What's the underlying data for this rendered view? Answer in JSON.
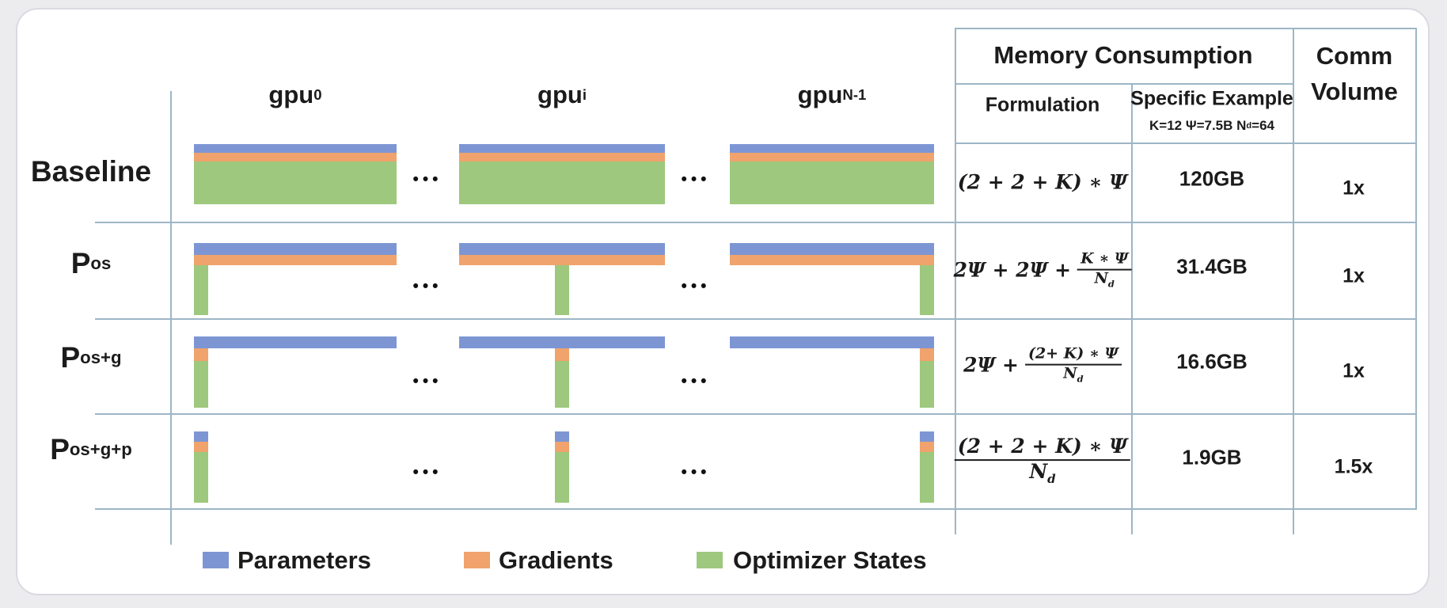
{
  "colors": {
    "parameters": "#7d96d3",
    "gradients": "#f0a36c",
    "optimizer_states": "#9dc87d",
    "grid_line": "#9db6c6"
  },
  "diagram": {
    "gpu_labels": [
      {
        "base": "gpu",
        "sub": "0"
      },
      {
        "base": "gpu",
        "sub": "i"
      },
      {
        "base": "gpu",
        "sub": "N-1"
      }
    ],
    "ellipsis": "•••"
  },
  "rows": [
    {
      "label": {
        "base": "Baseline",
        "sub": ""
      },
      "segments": {
        "parameters": "full",
        "gradients": "full",
        "optimizer_states": "full"
      },
      "formulation": {
        "pre": "(2 + 2 + K) ∗ Ψ"
      },
      "example": "120GB",
      "comm_volume": "1x"
    },
    {
      "label": {
        "base": "P",
        "sub": "os"
      },
      "segments": {
        "parameters": "full",
        "gradients": "full",
        "optimizer_states": "partitioned"
      },
      "formulation": {
        "pre": "2Ψ + 2Ψ +",
        "num": "K ∗ Ψ",
        "den": {
          "base": "N",
          "sub": "d"
        }
      },
      "example": "31.4GB",
      "comm_volume": "1x"
    },
    {
      "label": {
        "base": "P",
        "sub": "os+g"
      },
      "segments": {
        "parameters": "full",
        "gradients": "partitioned",
        "optimizer_states": "partitioned"
      },
      "formulation": {
        "pre": "2Ψ +",
        "num": "(2+ K) ∗ Ψ",
        "den": {
          "base": "N",
          "sub": "d"
        }
      },
      "example": "16.6GB",
      "comm_volume": "1x"
    },
    {
      "label": {
        "base": "P",
        "sub": "os+g+p"
      },
      "segments": {
        "parameters": "partitioned",
        "gradients": "partitioned",
        "optimizer_states": "partitioned"
      },
      "formulation": {
        "num": "(2 + 2 + K) ∗ Ψ",
        "den": {
          "base": "N",
          "sub": "d"
        }
      },
      "example": "1.9GB",
      "comm_volume": "1.5x"
    }
  ],
  "table": {
    "memory_consumption_header": "Memory Consumption",
    "comm_volume_header": "Comm\nVolume",
    "formulation_header": "Formulation",
    "specific_example_header": "Specific Example",
    "example_conditions": {
      "pre": "K=12 Ψ=7.5B N",
      "sub": "d",
      "post": "=64"
    }
  },
  "legend": [
    {
      "label": "Parameters",
      "color": "parameters"
    },
    {
      "label": "Gradients",
      "color": "gradients"
    },
    {
      "label": "Optimizer States",
      "color": "optimizer_states"
    }
  ]
}
